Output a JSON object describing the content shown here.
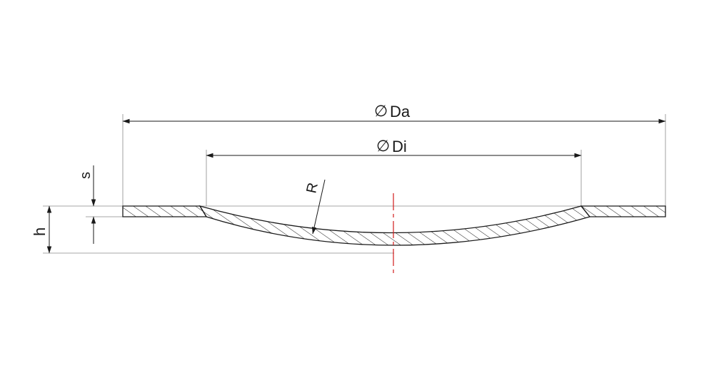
{
  "labels": {
    "outer_diameter": "Da",
    "inner_diameter": "Di",
    "radius": "R",
    "thickness": "s",
    "height": "h",
    "diameter_symbol": "∅"
  },
  "colors": {
    "line": "#1a1a1a",
    "extension_line": "#8a8a8a",
    "center_axis": "#d21b1b",
    "background": "#ffffff"
  }
}
